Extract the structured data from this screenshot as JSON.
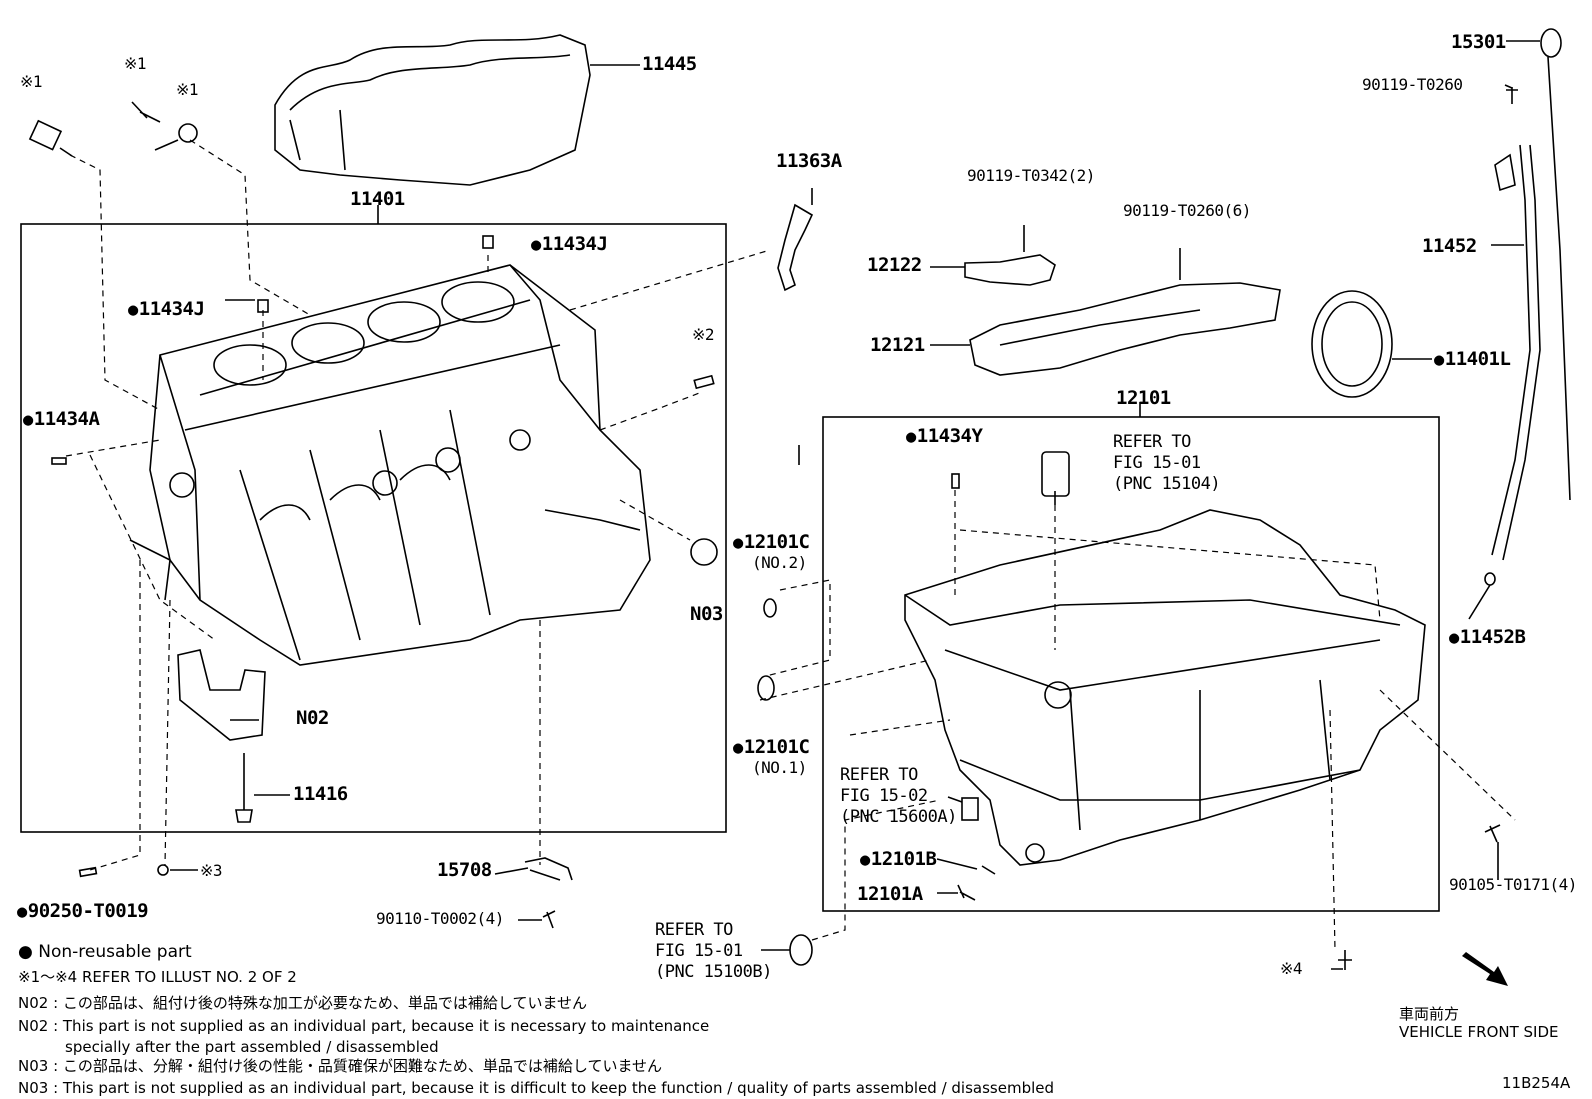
{
  "labels": {
    "p11445": "11445",
    "p11401": "11401",
    "p11363A": "11363A",
    "p11434J_top": "11434J",
    "p11434J_left": "11434J",
    "p11434A": "11434A",
    "mark1_a": "※1",
    "mark1_b": "※1",
    "mark1_c": "※1",
    "mark2": "※2",
    "mark3": "※3",
    "mark4": "※4",
    "N03": "N03",
    "N02": "N02",
    "p11416": "11416",
    "p90250": "90250-T0019",
    "p15708": "15708",
    "p90110": "90110-T0002(4)",
    "p12101C_no2": "12101C",
    "no2": "(NO.2)",
    "p12101C_no1": "12101C",
    "no1": "(NO.1)",
    "p90119_t0342": "90119-T0342(2)",
    "p90119_t0260_6": "90119-T0260(6)",
    "p12122": "12122",
    "p12121": "12121",
    "p12101": "12101",
    "p11434Y": "11434Y",
    "p12101B": "12101B",
    "p12101A": "12101A",
    "p15301": "15301",
    "p90119_t0260": "90119-T0260",
    "p11452": "11452",
    "p11401L": "11401L",
    "p11452B": "11452B",
    "p90105": "90105-T0171(4)"
  },
  "refs": {
    "ref1": {
      "line1": "REFER TO",
      "line2": "FIG 15-01",
      "line3": "(PNC 15104)"
    },
    "ref2": {
      "line1": "REFER TO",
      "line2": "FIG 15-02",
      "line3": "(PNC 15600A)"
    },
    "ref3": {
      "line1": "REFER TO",
      "line2": "FIG 15-01",
      "line3": "(PNC 15100B)"
    }
  },
  "legend": {
    "nonreusable": "Non-reusable part",
    "refer_illust": "※1～※4  REFER TO ILLUST NO. 2 OF 2",
    "n02_jp": "N02 : この部品は、組付け後の特殊な加工が必要なため、単品では補給していません",
    "n02_en1": "N02 : This part is not supplied as an individual part, because it is necessary to maintenance",
    "n02_en2": "specially after the part assembled / disassembled",
    "n03_jp": "N03 : この部品は、分解・組付け後の性能・品質確保が困難なため、単品では補給していません",
    "n03_en": "N03 : This part is not supplied as an individual part, because it is difficult to keep the function / quality of parts  assembled / disassembled"
  },
  "corner": {
    "front_jp": "車両前方",
    "front_en": "VEHICLE FRONT SIDE",
    "code": "11B254A"
  }
}
